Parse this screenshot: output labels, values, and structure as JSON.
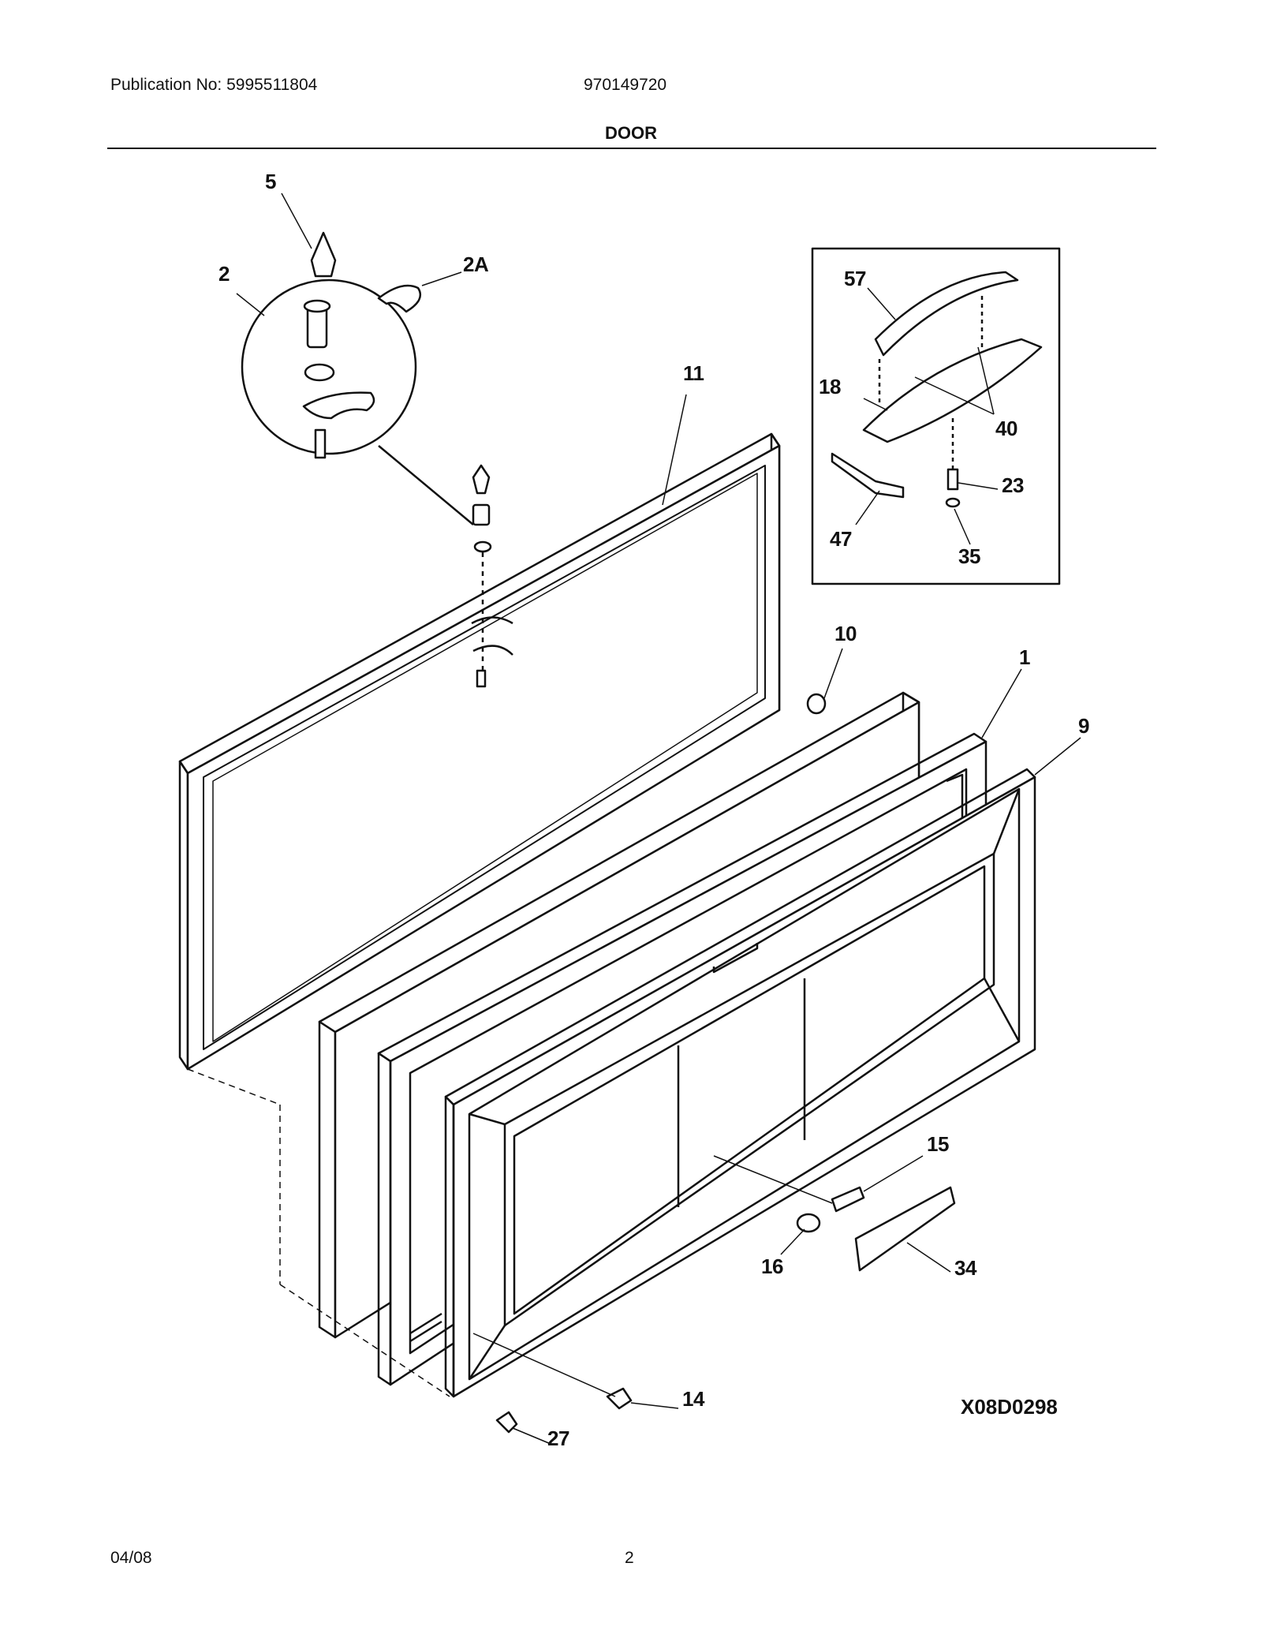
{
  "header": {
    "publication": "Publication No: 5995511804",
    "model": "970149720",
    "section_title": "DOOR"
  },
  "callouts": {
    "c5": "5",
    "c2": "2",
    "c2a": "2A",
    "c11": "11",
    "c57": "57",
    "c18": "18",
    "c40": "40",
    "c23": "23",
    "c47": "47",
    "c35": "35",
    "c10": "10",
    "c1": "1",
    "c9": "9",
    "c15": "15",
    "c16": "16",
    "c34": "34",
    "c14": "14",
    "c27": "27"
  },
  "drawing_id": "X08D0298",
  "footer": {
    "date": "04/08",
    "page": "2"
  }
}
